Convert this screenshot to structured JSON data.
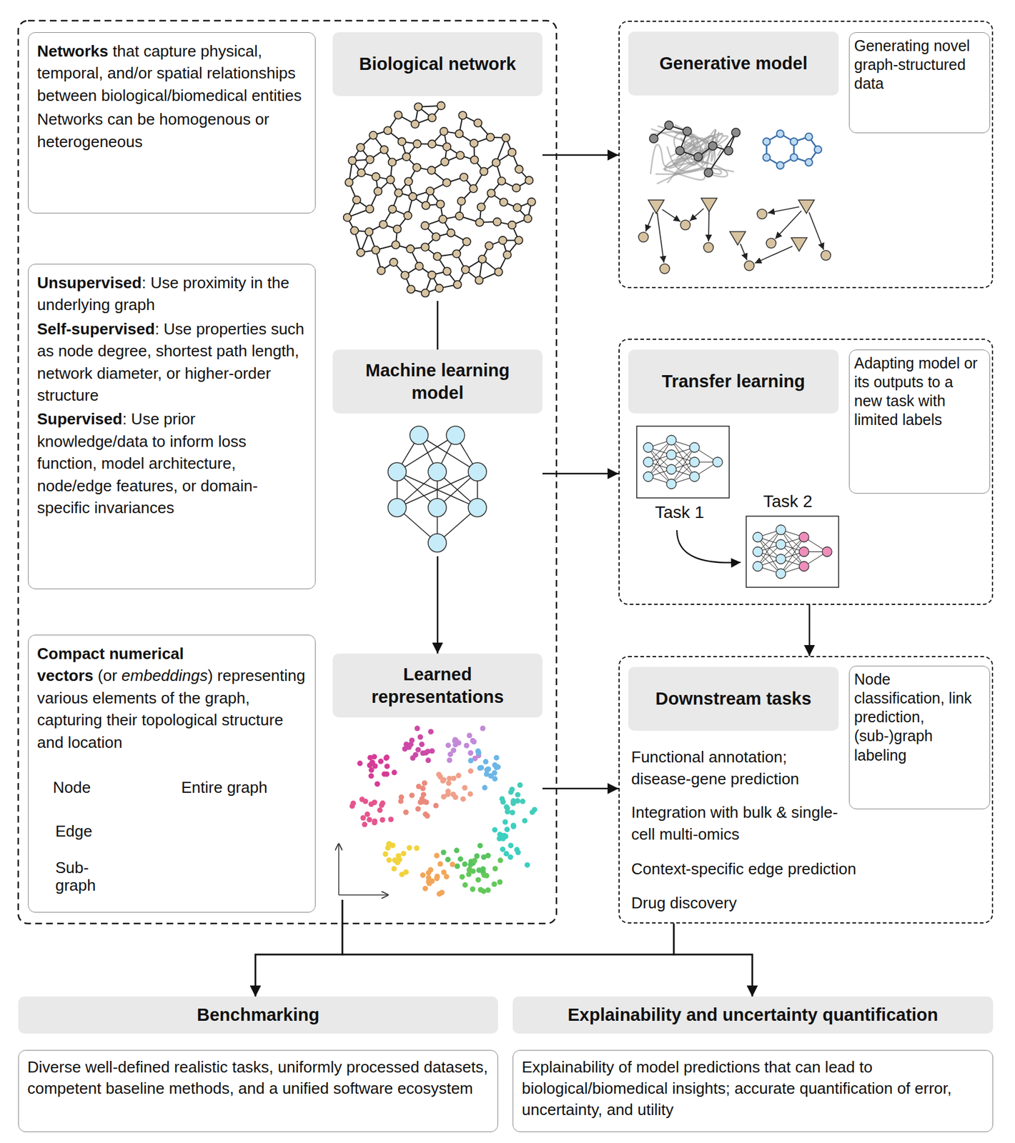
{
  "diagram": {
    "nodes": [
      {
        "text": [
          "Networks",
          "that capture physical, temporal, and/or spatial relationships between biological/biomedical entities",
          "Networks can be homogenous or heterogeneous"
        ]
      },
      {
        "text": [
          "Biological network"
        ]
      },
      {
        "text": [
          "Unsupervised",
          ": Use proximity in the underlying graph",
          "Self-supervised",
          ": Use properties such as node degree, shortest path length, network diameter, or higher-order structure",
          "Supervised",
          ": Use prior knowledge/data to inform loss function, model architecture, node/edge features, or domain-specific invariances"
        ]
      },
      {
        "text": [
          "Machine learning model"
        ]
      },
      {
        "text": [
          "Compact numerical vectors",
          "(or",
          "embeddings",
          ") representing various elements of the graph, capturing their topological structure and location",
          "Node",
          "Edge",
          "Sub-graph",
          "Entire graph"
        ]
      },
      {
        "text": [
          "Learned representations"
        ]
      },
      {
        "text": [
          "Generative model"
        ]
      },
      {
        "text": [
          "Generating novel graph-structured data"
        ],
        "in": 6
      },
      {
        "text": [
          "Transfer learning"
        ]
      },
      {
        "text": [
          "Adapting model or its outputs to a new task with limited labels"
        ],
        "in": 8
      },
      {
        "text": [
          "Downstream tasks",
          "Functional annotation; disease-gene prediction",
          "Integration with bulk & single-cell multi-omics",
          "Context-specific edge prediction",
          "Drug discovery"
        ]
      },
      {
        "text": [
          "Node classification, link prediction, (sub-)graph labeling"
        ],
        "in": 10
      },
      {
        "text": [
          "Benchmarking"
        ]
      },
      {
        "text": [
          "Diverse well-defined realistic tasks, uniformly processed datasets, competent baseline methods, and a unified software ecosystem"
        ]
      },
      {
        "text": [
          "Explainability and uncertainty quantification"
        ]
      },
      {
        "text": [
          "Explainability of model predictions that can lead to biological/biomedical insights; accurate quantification of error, uncertainty, and utility"
        ]
      }
    ],
    "edges": [
      {
        "from": 1,
        "to": 3,
        "arrow": "none"
      },
      {
        "from": 3,
        "to": 5,
        "arrow": "to"
      },
      {
        "from": 1,
        "to": 6,
        "arrow": "to"
      },
      {
        "from": 3,
        "to": 8,
        "arrow": "to"
      },
      {
        "from": 5,
        "to": 10,
        "arrow": "to"
      },
      {
        "from": 8,
        "to": 10,
        "arrow": "to"
      },
      {
        "from": 5,
        "to": 12,
        "arrow": "to"
      },
      {
        "from": 5,
        "to": 14,
        "arrow": "to"
      },
      {
        "from": 10,
        "to": 12,
        "arrow": "to"
      },
      {
        "from": 10,
        "to": 14,
        "arrow": "to"
      }
    ],
    "labels": [
      "Task 1",
      "Task 2"
    ]
  }
}
